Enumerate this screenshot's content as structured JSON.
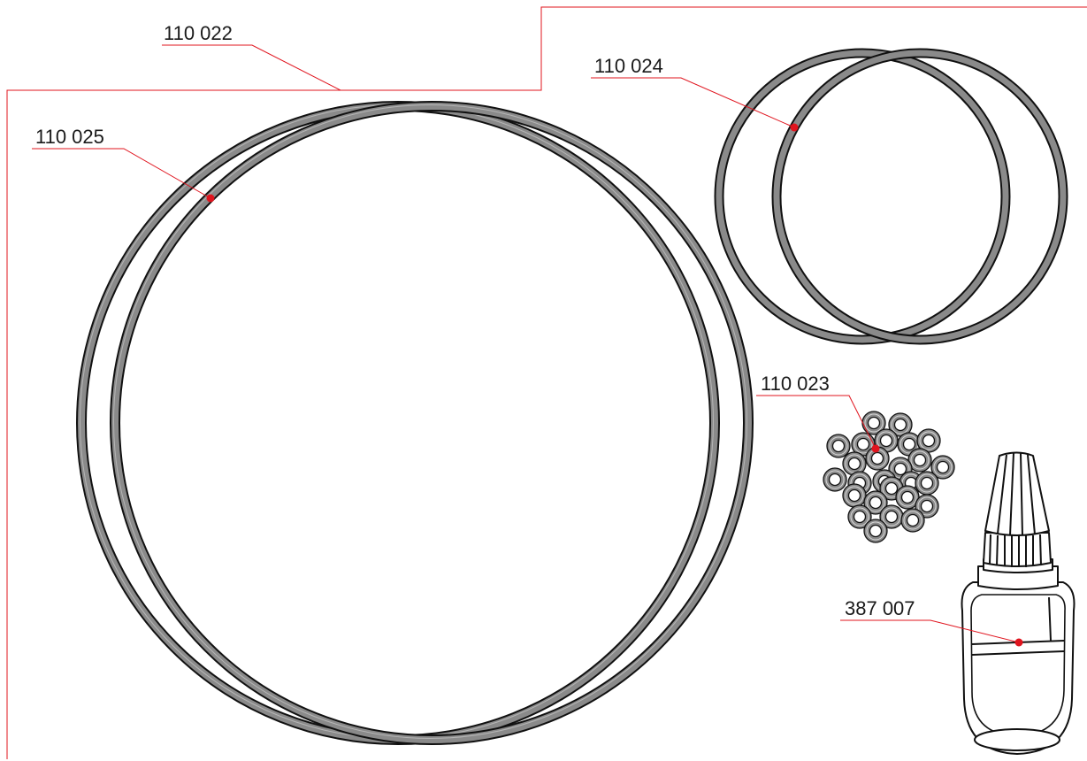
{
  "colors": {
    "leader": "#e0141e",
    "ring_fill": "#8a8a8a",
    "ring_outline": "#111111",
    "background": "#ffffff"
  },
  "callouts": {
    "kit": "110 022",
    "large_rings": "110 025",
    "medium_rings": "110 024",
    "small_rings": "110 023",
    "adhesive": "387 007"
  },
  "parts": {
    "large_rings": {
      "icon": "large-o-ring-icon",
      "count": 2
    },
    "medium_rings": {
      "icon": "medium-o-ring-icon",
      "count": 2
    },
    "small_rings": {
      "icon": "small-o-ring-icon"
    },
    "adhesive": {
      "icon": "glue-bottle-icon"
    }
  }
}
